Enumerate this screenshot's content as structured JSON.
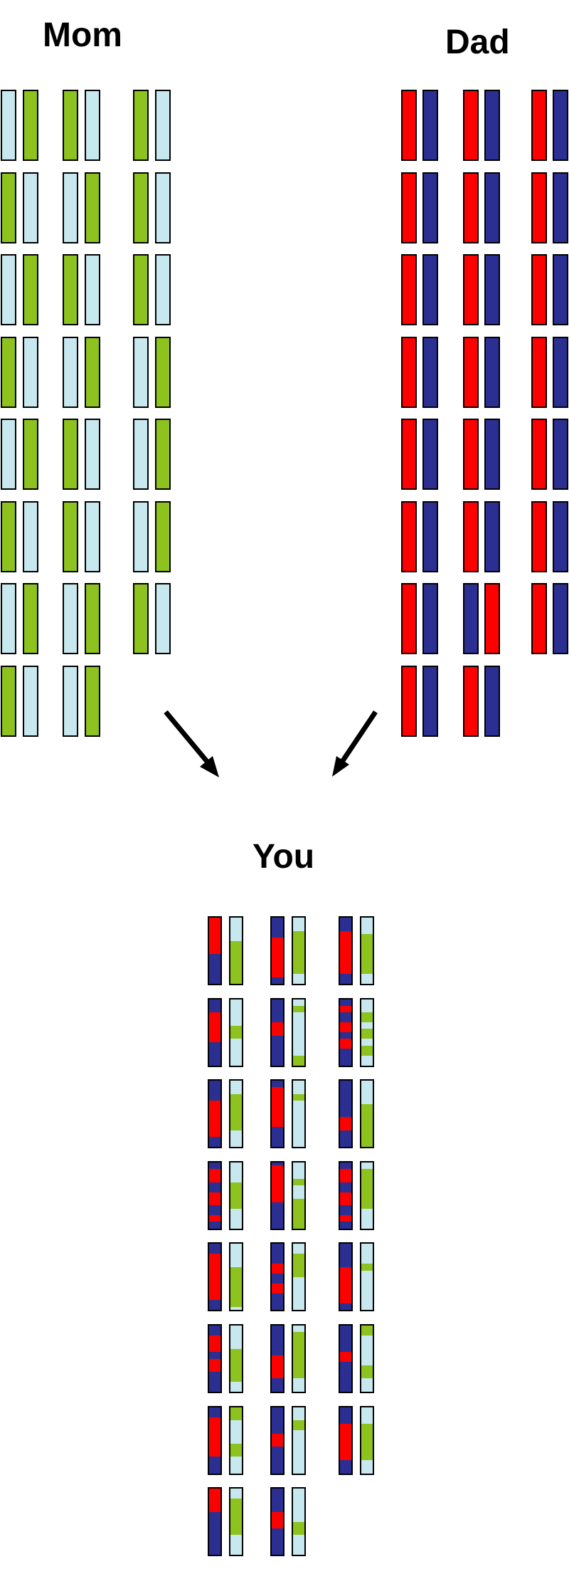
{
  "labels": {
    "mom": "Mom",
    "dad": "Dad",
    "you": "You"
  },
  "colors": {
    "green": "#8dc21f",
    "light_blue": "#c6e8ee",
    "red": "#ff0000",
    "navy": "#2b2f91",
    "outline": "#000000"
  },
  "mom": [
    [
      [
        "light_blue",
        "green"
      ],
      [
        "green",
        "light_blue"
      ],
      [
        "green",
        "light_blue"
      ]
    ],
    [
      [
        "green",
        "light_blue"
      ],
      [
        "light_blue",
        "green"
      ],
      [
        "green",
        "light_blue"
      ]
    ],
    [
      [
        "light_blue",
        "green"
      ],
      [
        "green",
        "light_blue"
      ],
      [
        "green",
        "light_blue"
      ]
    ],
    [
      [
        "green",
        "light_blue"
      ],
      [
        "light_blue",
        "green"
      ],
      [
        "light_blue",
        "green"
      ]
    ],
    [
      [
        "light_blue",
        "green"
      ],
      [
        "green",
        "light_blue"
      ],
      [
        "light_blue",
        "green"
      ]
    ],
    [
      [
        "green",
        "light_blue"
      ],
      [
        "green",
        "light_blue"
      ],
      [
        "light_blue",
        "green"
      ]
    ],
    [
      [
        "light_blue",
        "green"
      ],
      [
        "light_blue",
        "green"
      ],
      [
        "green",
        "light_blue"
      ]
    ],
    [
      [
        "green",
        "light_blue"
      ],
      [
        "light_blue",
        "green"
      ]
    ]
  ],
  "dad": [
    [
      [
        "red",
        "navy"
      ],
      [
        "red",
        "navy"
      ],
      [
        "red",
        "navy"
      ]
    ],
    [
      [
        "red",
        "navy"
      ],
      [
        "red",
        "navy"
      ],
      [
        "red",
        "navy"
      ]
    ],
    [
      [
        "red",
        "navy"
      ],
      [
        "red",
        "navy"
      ],
      [
        "red",
        "navy"
      ]
    ],
    [
      [
        "red",
        "navy"
      ],
      [
        "red",
        "navy"
      ],
      [
        "red",
        "navy"
      ]
    ],
    [
      [
        "red",
        "navy"
      ],
      [
        "red",
        "navy"
      ],
      [
        "red",
        "navy"
      ]
    ],
    [
      [
        "red",
        "navy"
      ],
      [
        "red",
        "navy"
      ],
      [
        "red",
        "navy"
      ]
    ],
    [
      [
        "red",
        "navy"
      ],
      [
        "navy",
        "red"
      ],
      [
        "red",
        "navy"
      ]
    ],
    [
      [
        "red",
        "navy"
      ],
      [
        "red",
        "navy"
      ]
    ]
  ],
  "you": [
    [
      [
        [
          [
            "red",
            0.55
          ],
          [
            "navy",
            0.45
          ]
        ],
        [
          [
            "light_blue",
            0.35
          ],
          [
            "green",
            0.65
          ]
        ]
      ],
      [
        [
          [
            "navy",
            0.3
          ],
          [
            "red",
            0.6
          ],
          [
            "navy",
            0.1
          ]
        ],
        [
          [
            "light_blue",
            0.2
          ],
          [
            "green",
            0.65
          ],
          [
            "light_blue",
            0.15
          ]
        ]
      ],
      [
        [
          [
            "navy",
            0.2
          ],
          [
            "red",
            0.65
          ],
          [
            "navy",
            0.15
          ]
        ],
        [
          [
            "light_blue",
            0.25
          ],
          [
            "green",
            0.6
          ],
          [
            "light_blue",
            0.15
          ]
        ]
      ]
    ],
    [
      [
        [
          [
            "navy",
            0.2
          ],
          [
            "red",
            0.45
          ],
          [
            "navy",
            0.35
          ]
        ],
        [
          [
            "light_blue",
            0.4
          ],
          [
            "green",
            0.2
          ],
          [
            "light_blue",
            0.4
          ]
        ]
      ],
      [
        [
          [
            "navy",
            0.35
          ],
          [
            "red",
            0.2
          ],
          [
            "navy",
            0.45
          ]
        ],
        [
          [
            "light_blue",
            0.1
          ],
          [
            "green",
            0.1
          ],
          [
            "light_blue",
            0.65
          ],
          [
            "green",
            0.15
          ]
        ]
      ],
      [
        [
          [
            "navy",
            0.1
          ],
          [
            "red",
            0.1
          ],
          [
            "navy",
            0.15
          ],
          [
            "red",
            0.15
          ],
          [
            "navy",
            0.1
          ],
          [
            "red",
            0.15
          ],
          [
            "navy",
            0.25
          ]
        ],
        [
          [
            "light_blue",
            0.2
          ],
          [
            "green",
            0.15
          ],
          [
            "light_blue",
            0.1
          ],
          [
            "green",
            0.15
          ],
          [
            "light_blue",
            0.1
          ],
          [
            "green",
            0.15
          ],
          [
            "light_blue",
            0.15
          ]
        ]
      ]
    ],
    [
      [
        [
          [
            "navy",
            0.3
          ],
          [
            "red",
            0.55
          ],
          [
            "navy",
            0.15
          ]
        ],
        [
          [
            "light_blue",
            0.2
          ],
          [
            "green",
            0.55
          ],
          [
            "light_blue",
            0.25
          ]
        ]
      ],
      [
        [
          [
            "navy",
            0.1
          ],
          [
            "red",
            0.6
          ],
          [
            "navy",
            0.3
          ]
        ],
        [
          [
            "light_blue",
            0.2
          ],
          [
            "green",
            0.1
          ],
          [
            "light_blue",
            0.7
          ]
        ]
      ],
      [
        [
          [
            "navy",
            0.55
          ],
          [
            "red",
            0.2
          ],
          [
            "navy",
            0.25
          ]
        ],
        [
          [
            "light_blue",
            0.35
          ],
          [
            "green",
            0.65
          ]
        ]
      ]
    ],
    [
      [
        [
          [
            "navy",
            0.1
          ],
          [
            "red",
            0.2
          ],
          [
            "navy",
            0.15
          ],
          [
            "red",
            0.2
          ],
          [
            "navy",
            0.15
          ],
          [
            "red",
            0.1
          ],
          [
            "navy",
            0.1
          ]
        ],
        [
          [
            "light_blue",
            0.3
          ],
          [
            "green",
            0.4
          ],
          [
            "light_blue",
            0.3
          ]
        ]
      ],
      [
        [
          [
            "navy",
            0.05
          ],
          [
            "red",
            0.55
          ],
          [
            "navy",
            0.4
          ]
        ],
        [
          [
            "light_blue",
            0.25
          ],
          [
            "green",
            0.1
          ],
          [
            "light_blue",
            0.2
          ],
          [
            "green",
            0.45
          ]
        ]
      ],
      [
        [
          [
            "navy",
            0.1
          ],
          [
            "red",
            0.2
          ],
          [
            "navy",
            0.15
          ],
          [
            "red",
            0.2
          ],
          [
            "navy",
            0.15
          ],
          [
            "red",
            0.1
          ],
          [
            "navy",
            0.1
          ]
        ],
        [
          [
            "light_blue",
            0.1
          ],
          [
            "green",
            0.6
          ],
          [
            "light_blue",
            0.3
          ]
        ]
      ]
    ],
    [
      [
        [
          [
            "navy",
            0.15
          ],
          [
            "red",
            0.7
          ],
          [
            "navy",
            0.15
          ]
        ],
        [
          [
            "light_blue",
            0.35
          ],
          [
            "green",
            0.6
          ],
          [
            "light_blue",
            0.05
          ]
        ]
      ],
      [
        [
          [
            "navy",
            0.3
          ],
          [
            "red",
            0.15
          ],
          [
            "navy",
            0.15
          ],
          [
            "red",
            0.15
          ],
          [
            "navy",
            0.25
          ]
        ],
        [
          [
            "light_blue",
            0.15
          ],
          [
            "green",
            0.35
          ],
          [
            "light_blue",
            0.5
          ]
        ]
      ],
      [
        [
          [
            "navy",
            0.35
          ],
          [
            "red",
            0.55
          ],
          [
            "navy",
            0.1
          ]
        ],
        [
          [
            "light_blue",
            0.3
          ],
          [
            "green",
            0.1
          ],
          [
            "light_blue",
            0.6
          ]
        ]
      ]
    ],
    [
      [
        [
          [
            "navy",
            0.15
          ],
          [
            "red",
            0.25
          ],
          [
            "navy",
            0.1
          ],
          [
            "red",
            0.2
          ],
          [
            "navy",
            0.3
          ]
        ],
        [
          [
            "light_blue",
            0.35
          ],
          [
            "green",
            0.5
          ],
          [
            "light_blue",
            0.15
          ]
        ]
      ],
      [
        [
          [
            "navy",
            0.45
          ],
          [
            "red",
            0.35
          ],
          [
            "navy",
            0.2
          ]
        ],
        [
          [
            "light_blue",
            0.1
          ],
          [
            "green",
            0.7
          ],
          [
            "light_blue",
            0.2
          ]
        ]
      ],
      [
        [
          [
            "navy",
            0.4
          ],
          [
            "red",
            0.15
          ],
          [
            "navy",
            0.45
          ]
        ],
        [
          [
            "green",
            0.15
          ],
          [
            "light_blue",
            0.45
          ],
          [
            "green",
            0.2
          ],
          [
            "light_blue",
            0.2
          ]
        ]
      ]
    ],
    [
      [
        [
          [
            "navy",
            0.15
          ],
          [
            "red",
            0.6
          ],
          [
            "navy",
            0.25
          ]
        ],
        [
          [
            "green",
            0.2
          ],
          [
            "light_blue",
            0.35
          ],
          [
            "green",
            0.2
          ],
          [
            "light_blue",
            0.25
          ]
        ]
      ],
      [
        [
          [
            "navy",
            0.4
          ],
          [
            "red",
            0.2
          ],
          [
            "navy",
            0.4
          ]
        ],
        [
          [
            "light_blue",
            0.2
          ],
          [
            "green",
            0.15
          ],
          [
            "light_blue",
            0.65
          ]
        ]
      ],
      [
        [
          [
            "navy",
            0.25
          ],
          [
            "red",
            0.55
          ],
          [
            "navy",
            0.2
          ]
        ],
        [
          [
            "light_blue",
            0.25
          ],
          [
            "green",
            0.55
          ],
          [
            "light_blue",
            0.2
          ]
        ]
      ]
    ],
    [
      [
        [
          [
            "red",
            0.35
          ],
          [
            "navy",
            0.65
          ]
        ],
        [
          [
            "light_blue",
            0.15
          ],
          [
            "green",
            0.55
          ],
          [
            "light_blue",
            0.3
          ]
        ]
      ],
      [
        [
          [
            "navy",
            0.35
          ],
          [
            "red",
            0.25
          ],
          [
            "navy",
            0.4
          ]
        ],
        [
          [
            "light_blue",
            0.5
          ],
          [
            "green",
            0.2
          ],
          [
            "light_blue",
            0.3
          ]
        ]
      ]
    ]
  ]
}
